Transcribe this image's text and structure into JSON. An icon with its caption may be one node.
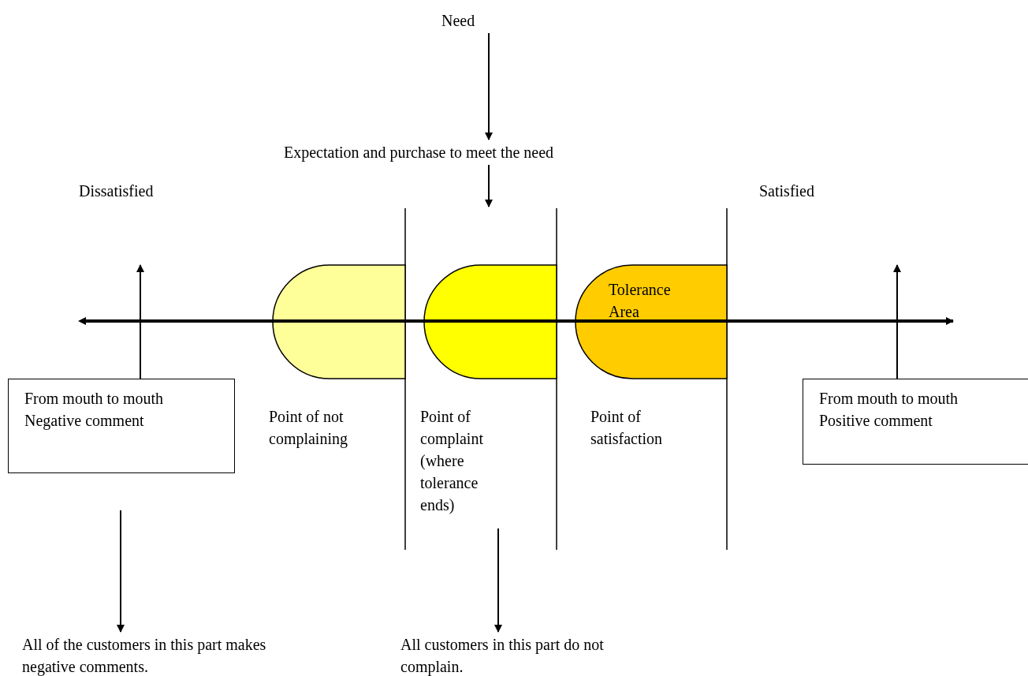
{
  "diagram": {
    "nodes": [
      {
        "text": [
          "Need"
        ]
      },
      {
        "text": [
          "Expectation and purchase to meet the need"
        ]
      },
      {
        "text": [
          "Dissatisfied"
        ]
      },
      {
        "text": [
          "Satisfied"
        ]
      },
      {
        "text": [],
        "shape": "box",
        "beside": [
          "Point of not complaining"
        ]
      },
      {
        "text": [],
        "shape": "box",
        "beside": [
          "Point of complaint (where tolerance ends)"
        ]
      },
      {
        "text": [
          "Tolerance Area"
        ],
        "beside": [
          "Point of satisfaction"
        ]
      },
      {
        "text": [
          "From mouth to mouth",
          "Negative comment"
        ]
      },
      {
        "text": [
          "From mouth to mouth",
          "Positive comment"
        ]
      },
      {
        "text": [
          "All of the customers in this part makes negative comments."
        ]
      },
      {
        "text": [
          "All customers in this part do not complain."
        ]
      }
    ],
    "edges": [
      {
        "from": 0,
        "to": 1,
        "arrow": "to"
      },
      {
        "from": 1,
        "to": null,
        "arrow": "to"
      },
      {
        "from": 7,
        "to": null,
        "arrow": "to"
      },
      {
        "from": 8,
        "to": null,
        "arrow": "to"
      },
      {
        "from": null,
        "to": 9,
        "arrow": "to"
      },
      {
        "from": null,
        "to": 10,
        "arrow": "to"
      }
    ]
  }
}
